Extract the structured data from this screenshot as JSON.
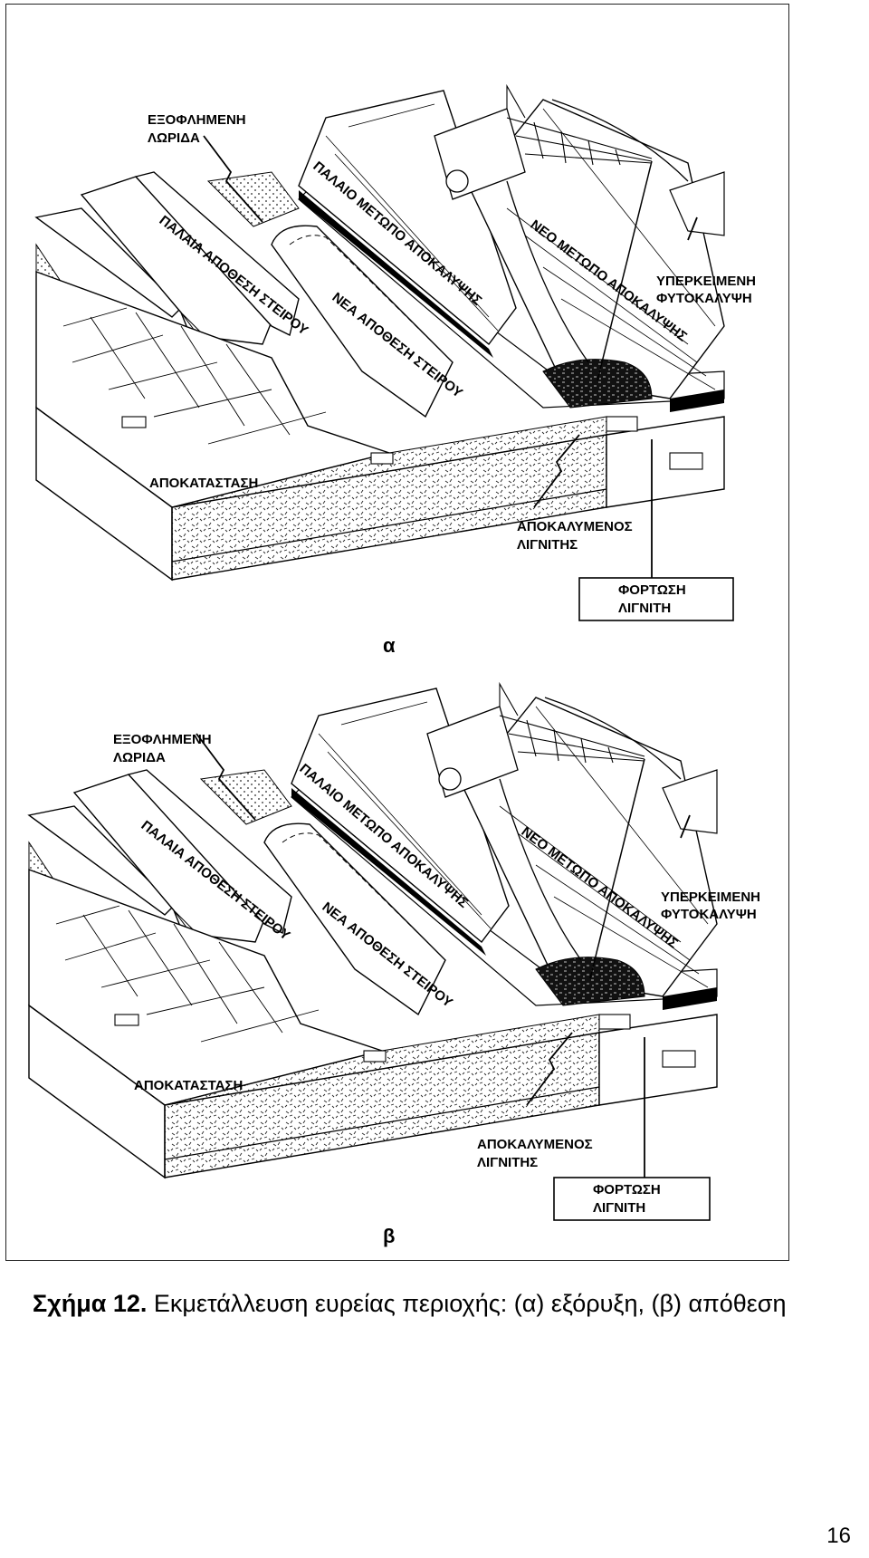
{
  "panels": [
    {
      "letter": "α",
      "labels": {
        "exhausted_strip": [
          "ΕΞΟΦΛΗΜΕΝΗ",
          "ΛΩΡΙΔΑ"
        ],
        "old_spoil": "ΠΑΛΑΙΑ ΑΠΟΘΕΣΗ ΣΤΕΙΡΟΥ",
        "new_spoil": "ΝΕΑ ΑΠΟΘΕΣΗ ΣΤΕΙΡΟΥ",
        "old_face": "ΠΑΛΑΙΟ ΜΕΤΩΠΟ ΑΠΟΚΑΛΥΨΗΣ",
        "new_face": "ΝΕΟ ΜΕΤΩΠΟ ΑΠΟΚΑΛΥΨΗΣ",
        "overburden": [
          "ΥΠΕΡΚΕΙΜΕΝΗ",
          "ΦΥΤΟΚΑΛΥΨΗ"
        ],
        "reclamation": "ΑΠΟΚΑΤΑΣΤΑΣΗ",
        "exposed_lignite": [
          "ΑΠΟΚΑΛΥΜΕΝΟΣ",
          "ΛΙΓΝΙΤΗΣ"
        ],
        "loading": [
          "ΦΟΡΤΩΣΗ",
          "ΛΙΓΝΙΤΗ"
        ]
      }
    },
    {
      "letter": "β",
      "labels": {
        "exhausted_strip": [
          "ΕΞΟΦΛΗΜΕΝΗ",
          "ΛΩΡΙΔΑ"
        ],
        "old_spoil": "ΠΑΛΑΙΑ ΑΠΟΘΕΣΗ ΣΤΕΙΡΟΥ",
        "new_spoil": "ΝΕΑ ΑΠΟΘΕΣΗ ΣΤΕΙΡΟΥ",
        "old_face": "ΠΑΛΑΙΟ ΜΕΤΩΠΟ ΑΠΟΚΑΛΥΨΗΣ",
        "new_face": "ΝΕΟ ΜΕΤΩΠΟ ΑΠΟΚΑΛΥΨΗΣ",
        "overburden": [
          "ΥΠΕΡΚΕΙΜΕΝΗ",
          "ΦΥΤΟΚΑΛΥΨΗ"
        ],
        "reclamation": "ΑΠΟΚΑΤΑΣΤΑΣΗ",
        "exposed_lignite": [
          "ΑΠΟΚΑΛΥΜΕΝΟΣ",
          "ΛΙΓΝΙΤΗΣ"
        ],
        "loading": [
          "ΦΟΡΤΩΣΗ",
          "ΛΙΓΝΙΤΗ"
        ]
      }
    }
  ],
  "caption": {
    "label": "Σχήμα 12.",
    "text": "Εκμετάλλευση ευρείας περιοχής: (α) εξόρυξη, (β) απόθεση"
  },
  "page_number": "16"
}
